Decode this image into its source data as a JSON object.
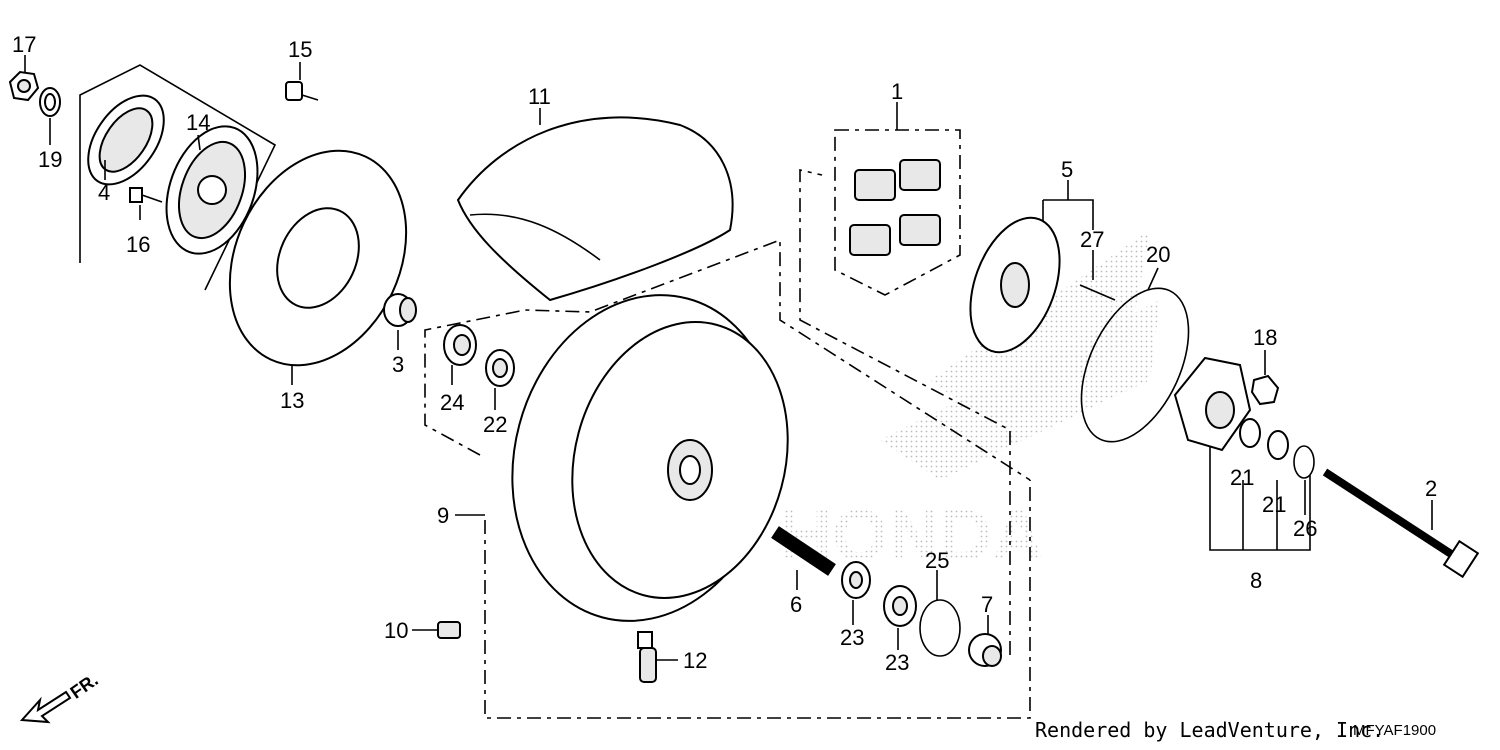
{
  "callouts": [
    {
      "id": "c17",
      "text": "17"
    },
    {
      "id": "c19",
      "text": "19"
    },
    {
      "id": "c4",
      "text": "4"
    },
    {
      "id": "c16",
      "text": "16"
    },
    {
      "id": "c14",
      "text": "14"
    },
    {
      "id": "c15",
      "text": "15"
    },
    {
      "id": "c13",
      "text": "13"
    },
    {
      "id": "c3",
      "text": "3"
    },
    {
      "id": "c11",
      "text": "11"
    },
    {
      "id": "c24",
      "text": "24"
    },
    {
      "id": "c22",
      "text": "22"
    },
    {
      "id": "c9",
      "text": "9"
    },
    {
      "id": "c10",
      "text": "10"
    },
    {
      "id": "c12",
      "text": "12"
    },
    {
      "id": "c1",
      "text": "1"
    },
    {
      "id": "c5",
      "text": "5"
    },
    {
      "id": "c27",
      "text": "27"
    },
    {
      "id": "c20",
      "text": "20"
    },
    {
      "id": "c18",
      "text": "18"
    },
    {
      "id": "c2",
      "text": "2"
    },
    {
      "id": "c21a",
      "text": "21"
    },
    {
      "id": "c21b",
      "text": "21"
    },
    {
      "id": "c26",
      "text": "26"
    },
    {
      "id": "c8",
      "text": "8"
    },
    {
      "id": "c6",
      "text": "6"
    },
    {
      "id": "c23a",
      "text": "23"
    },
    {
      "id": "c23b",
      "text": "23"
    },
    {
      "id": "c25",
      "text": "25"
    },
    {
      "id": "c7",
      "text": "7"
    }
  ],
  "direction_marker": "FR.",
  "credit": "Rendered by LeadVenture, Inc.",
  "diagram_code": "MFYAF1900",
  "watermark_text": "HONDA"
}
